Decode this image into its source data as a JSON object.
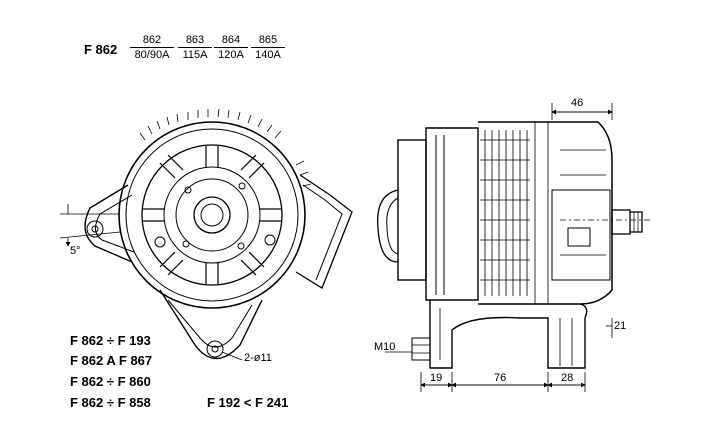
{
  "header": {
    "model": "F 862",
    "variants": [
      {
        "code": "862",
        "amps": "80/90A"
      },
      {
        "code": "863",
        "amps": "115A"
      },
      {
        "code": "864",
        "amps": "120A"
      },
      {
        "code": "865",
        "amps": "140A"
      }
    ]
  },
  "dimensions": {
    "front_angle": "5°",
    "front_holes": "2-ø11",
    "side_top": "46",
    "side_offset": "21",
    "bolt": "M10",
    "bottom": [
      "19",
      "76",
      "28"
    ]
  },
  "compat": [
    "F 862 ÷ F 193",
    "F 862 A F 867",
    "F 862 ÷ F 860",
    "F 862 ÷ F 858"
  ],
  "compat_right": "F 192 < F 241"
}
